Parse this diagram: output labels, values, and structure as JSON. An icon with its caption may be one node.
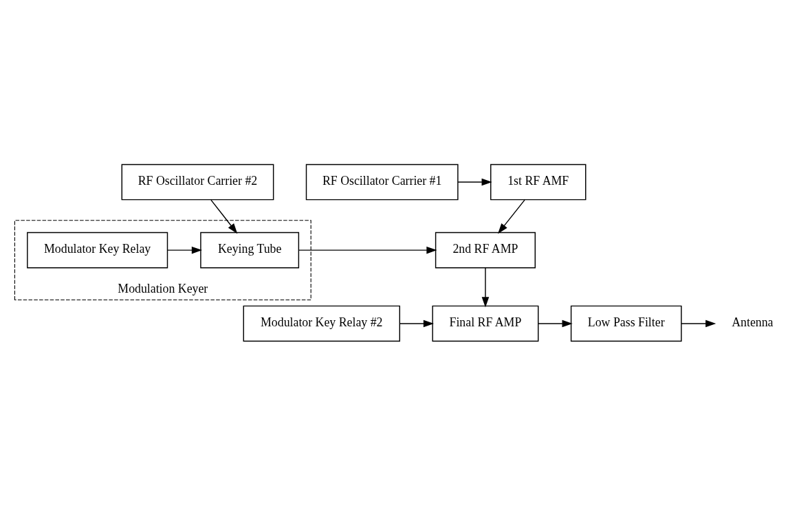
{
  "diagram": {
    "nodes": [
      {
        "text": [
          "RF Oscillator Carrier #2"
        ]
      },
      {
        "text": [
          "1st RF AMF"
        ]
      },
      {
        "text": [
          "RF Oscillator Carrier #1"
        ]
      },
      {
        "text": [
          "Modulation Keyer"
        ]
      },
      {
        "text": [
          "Modulator Key Relay"
        ],
        "in": 3
      },
      {
        "text": [
          "Keying Tube"
        ],
        "in": 3
      },
      {
        "text": [
          "2nd RF AMP"
        ]
      },
      {
        "text": [
          "Antenna"
        ]
      },
      {
        "text": [
          "Low Pass Filter"
        ]
      },
      {
        "text": [
          "Final RF AMP"
        ]
      },
      {
        "text": [
          "Modulator Key Relay #2"
        ]
      }
    ],
    "edges": [
      {
        "from": 0,
        "to": 5,
        "arrow": "to"
      },
      {
        "from": 2,
        "to": 1,
        "arrow": "to"
      },
      {
        "from": 1,
        "to": 6,
        "arrow": "to"
      },
      {
        "from": 4,
        "to": 5,
        "arrow": "to"
      },
      {
        "from": 5,
        "to": 6,
        "arrow": "to"
      },
      {
        "from": 6,
        "to": 9,
        "arrow": "to"
      },
      {
        "from": 10,
        "to": 9,
        "arrow": "to"
      },
      {
        "from": 9,
        "to": 8,
        "arrow": "to"
      },
      {
        "from": 8,
        "to": 7,
        "arrow": "to"
      }
    ]
  }
}
